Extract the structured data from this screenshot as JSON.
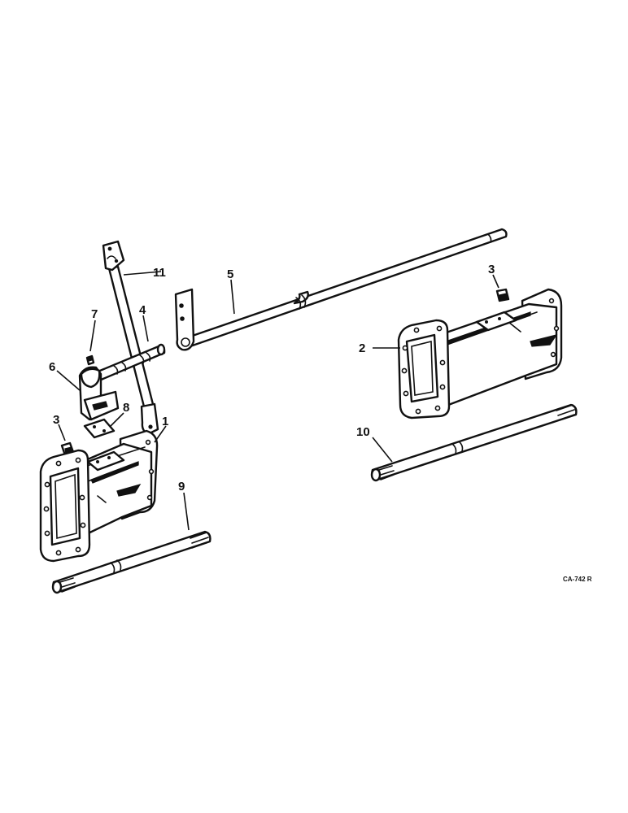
{
  "diagram": {
    "callouts": {
      "c1": "1",
      "c2": "2",
      "c3a": "3",
      "c3b": "3",
      "c4": "4",
      "c5": "5",
      "c6": "6",
      "c7": "7",
      "c8": "8",
      "c9": "9",
      "c10": "10",
      "c11": "11"
    },
    "drawing_code": "CA-742 R"
  }
}
